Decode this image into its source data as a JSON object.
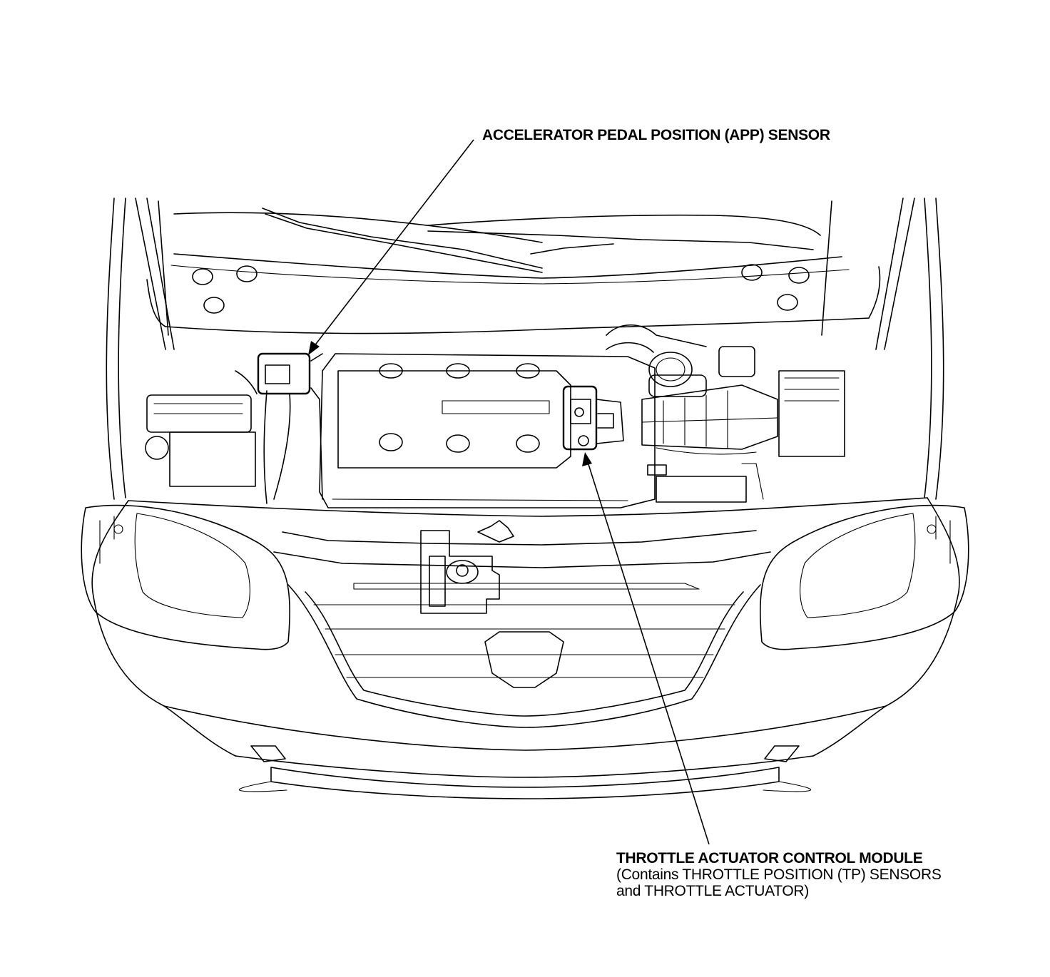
{
  "callouts": {
    "app_sensor": {
      "label": "ACCELERATOR PEDAL POSITION (APP) SENSOR"
    },
    "throttle_module": {
      "label": "THROTTLE ACTUATOR CONTROL MODULE",
      "detail_line_1": "(Contains THROTTLE POSITION (TP) SENSORS",
      "detail_line_2": "and THROTTLE ACTUATOR)"
    }
  },
  "colors": {
    "line": "#000000",
    "background": "#ffffff"
  }
}
